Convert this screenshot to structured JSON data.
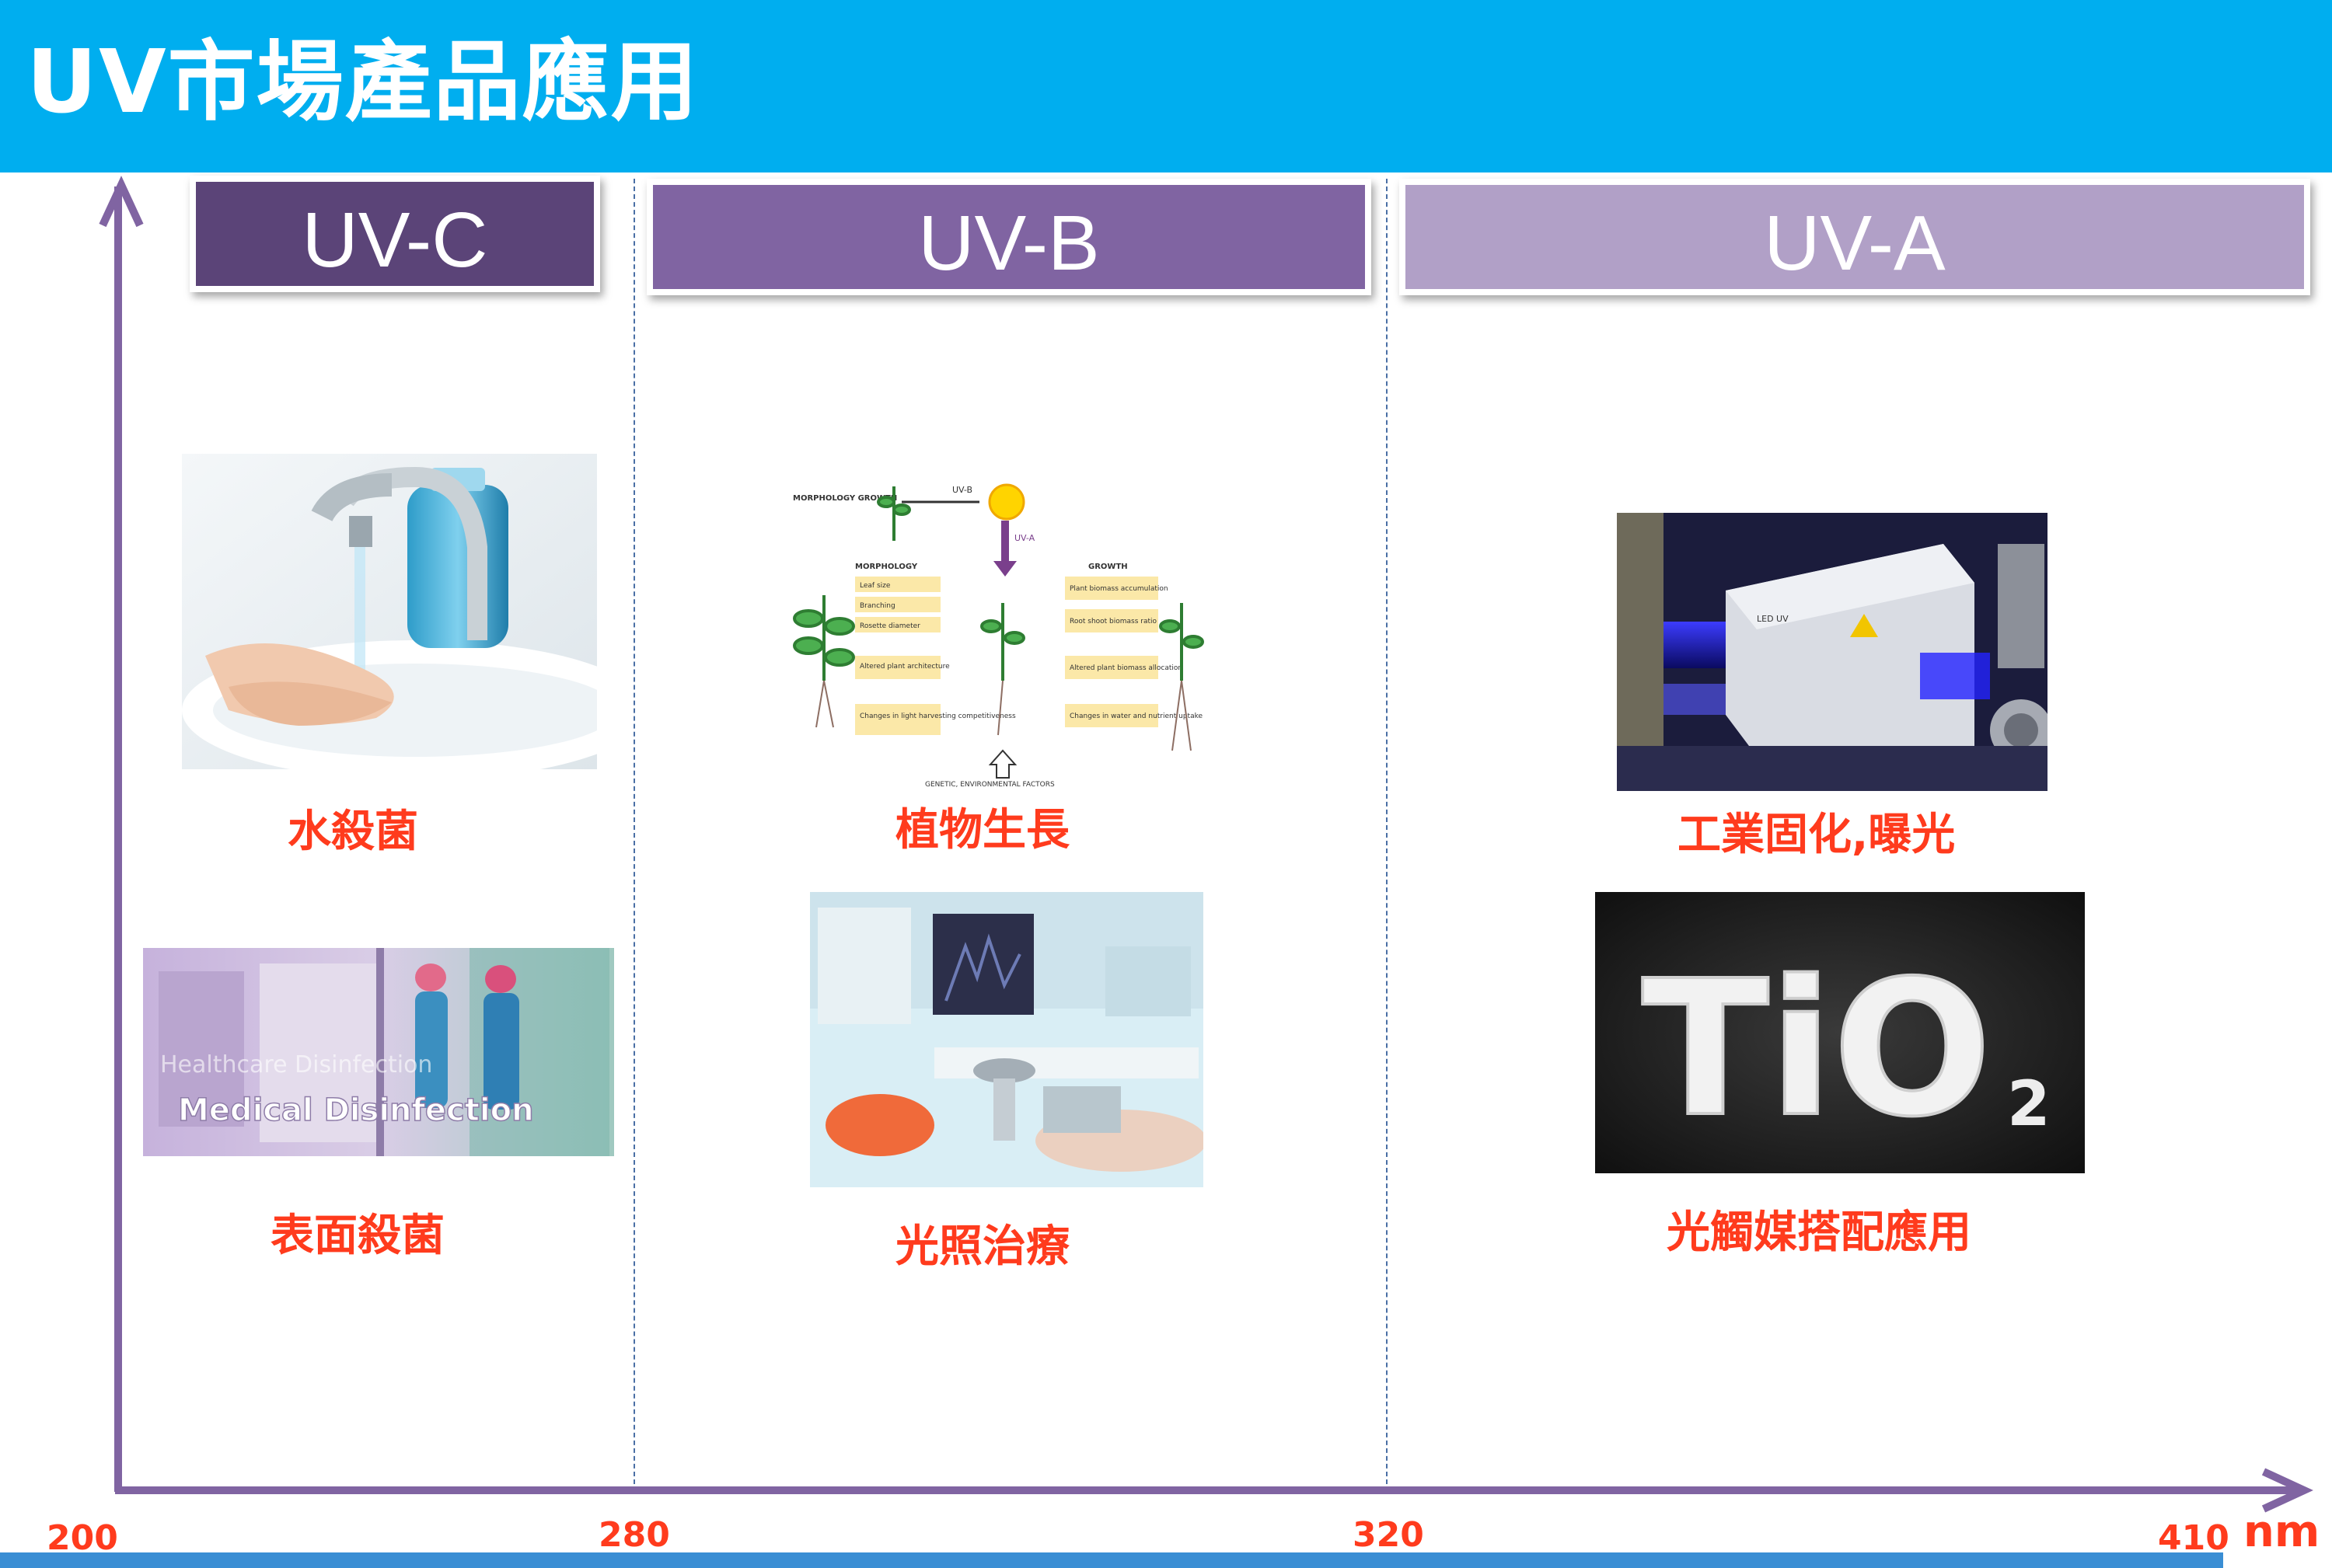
{
  "title": "UV市場產品應用",
  "bands": [
    {
      "label": "UV-C",
      "color": "#5B4478"
    },
    {
      "label": "UV-B",
      "color": "#8064A2"
    },
    {
      "label": "UV-A",
      "color": "#B1A0C7"
    }
  ],
  "axis": {
    "ticks": [
      "200",
      "280",
      "320",
      "410"
    ],
    "unit": "nm",
    "color": "#8064A2"
  },
  "applications": {
    "uvc": [
      "水殺菌",
      "表面殺菌"
    ],
    "uvb": [
      "植物生長",
      "光照治療"
    ],
    "uva": [
      "工業固化,曝光",
      "光觸媒搭配應用"
    ]
  },
  "images": {
    "medical_text_1": "Healthcare Disinfection",
    "medical_text_2": "Medical Disinfection",
    "tio2_text": "TiO",
    "tio2_sub": "2",
    "plant": {
      "morphology_growth": "MORPHOLOGY GROWTH",
      "uvb": "UV-B",
      "uva": "UV-A",
      "morphology": "MORPHOLOGY",
      "growth": "GROWTH",
      "left_items": [
        "Leaf size",
        "Branching",
        "Rosette diameter",
        "Altered plant architecture",
        "Changes in light harvesting competitiveness"
      ],
      "right_items": [
        "Plant biomass accumulation",
        "Root shoot biomass ratio",
        "Altered plant biomass allocation",
        "Changes in water and nutrient uptake"
      ],
      "factors": "GENETIC, ENVIRONMENTAL FACTORS"
    },
    "uv_machine_label": "LED UV"
  },
  "colors": {
    "header": "#00AEEF",
    "label": "#FF3B1D",
    "divider": "#4A6FA5"
  }
}
